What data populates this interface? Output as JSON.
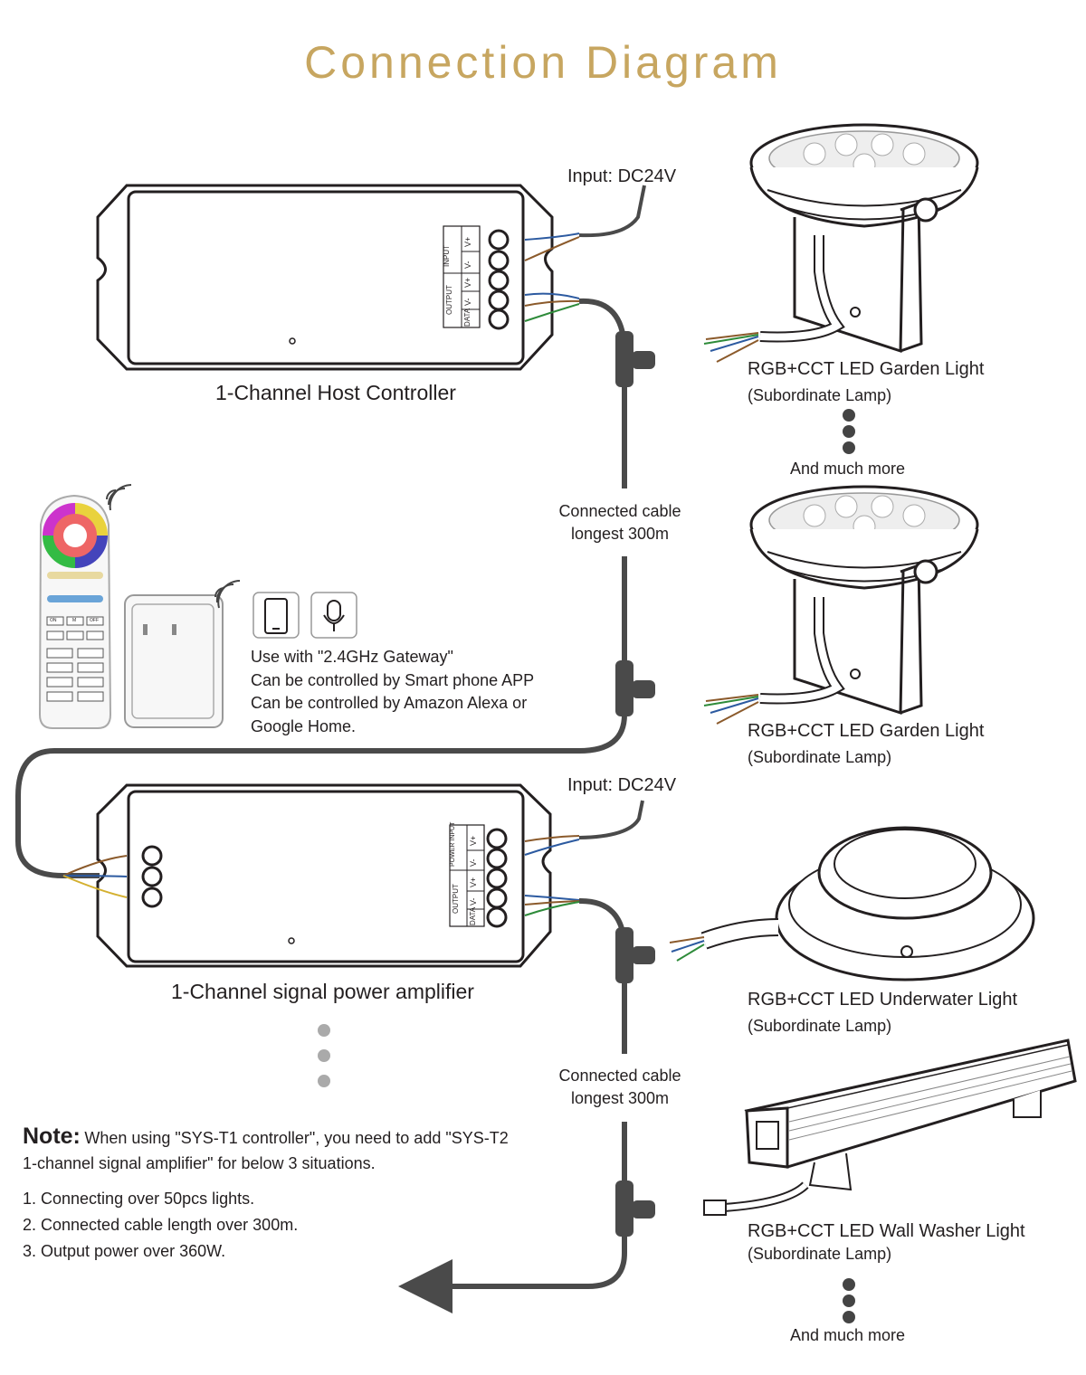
{
  "title": "Connection Diagram",
  "host": {
    "name": "1-Channel Host Controller",
    "input": "Input: DC24V",
    "terminal_labels": [
      "INPUT",
      "V+",
      "V-",
      "OUTPUT",
      "V+",
      "V-",
      "DATA"
    ]
  },
  "amplifier": {
    "name": "1-Channel signal power amplifier",
    "input": "Input: DC24V",
    "terminal_labels": [
      "POWER INPUT",
      "V+",
      "V-",
      "OUTPUT",
      "V+",
      "V-",
      "DATA"
    ]
  },
  "cable": {
    "top": [
      "Connected cable",
      "longest 300m"
    ],
    "bottom": [
      "Connected cable",
      "longest 300m"
    ]
  },
  "lamps": [
    {
      "name": "RGB+CCT LED Garden Light",
      "sub": "(Subordinate Lamp)"
    },
    {
      "name": "RGB+CCT LED Garden Light",
      "sub": "(Subordinate Lamp)"
    },
    {
      "name": "RGB+CCT LED Underwater Light",
      "sub": "(Subordinate Lamp)"
    },
    {
      "name": "RGB+CCT LED Wall Washer Light",
      "sub": "(Subordinate Lamp)"
    }
  ],
  "more_top": "And much more",
  "more_bottom": "And much more",
  "gateway": {
    "lines": [
      "Use with \"2.4GHz Gateway\"",
      "Can be controlled by Smart phone APP",
      "Can be controlled by Amazon Alexa or",
      "Google Home."
    ]
  },
  "remote": {
    "buttons": [
      "ON",
      "M",
      "OFF"
    ]
  },
  "note": {
    "head": "Note:",
    "line1": "When using \"SYS-T1 controller\", you need to add \"SYS-T2",
    "line2": "1-channel signal amplifier\" for below 3 situations.",
    "items": [
      "1. Connecting over 50pcs lights.",
      "2. Connected cable length over 300m.",
      "3. Output power over 360W."
    ]
  },
  "colors": {
    "title": "#c7a660",
    "cable": "#4a4a4a",
    "wire_blue": "#2c5aa0",
    "wire_green": "#2e8b3a",
    "wire_brown": "#8b5a2b",
    "wire_yellow": "#d4b030"
  }
}
